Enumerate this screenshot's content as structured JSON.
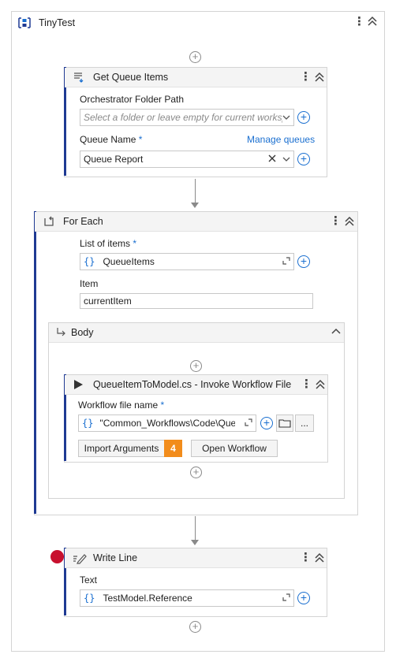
{
  "workflow": {
    "title": "TinyTest"
  },
  "get_queue_items": {
    "title": "Get Queue Items",
    "folder_label": "Orchestrator Folder Path",
    "folder_placeholder": "Select a folder or leave empty for current worksp",
    "queue_label": "Queue Name",
    "required_mark": "*",
    "manage_link": "Manage queues",
    "queue_value": "Queue Report"
  },
  "for_each": {
    "title": "For Each",
    "list_label": "List of items",
    "required_mark": "*",
    "list_value": "QueueItems",
    "item_label": "Item",
    "item_value": "currentItem",
    "body_title": "Body"
  },
  "invoke": {
    "title": "QueueItemToModel.cs - Invoke Workflow File",
    "file_label": "Workflow file name",
    "required_mark": "*",
    "file_value": "\"Common_Workflows\\Code\\Que",
    "browse_more": "...",
    "import_label": "Import Arguments",
    "import_count": "4",
    "open_label": "Open Workflow"
  },
  "write_line": {
    "title": "Write Line",
    "text_label": "Text",
    "text_value": "TestModel.Reference"
  },
  "symbols": {
    "brace": "{}",
    "kebab": "⋮",
    "plus": "+",
    "clear": "✕"
  },
  "colors": {
    "accent": "#1f3a93",
    "link": "#1a6fd0",
    "badge": "#f28c1b",
    "breakpoint": "#c8102e"
  }
}
